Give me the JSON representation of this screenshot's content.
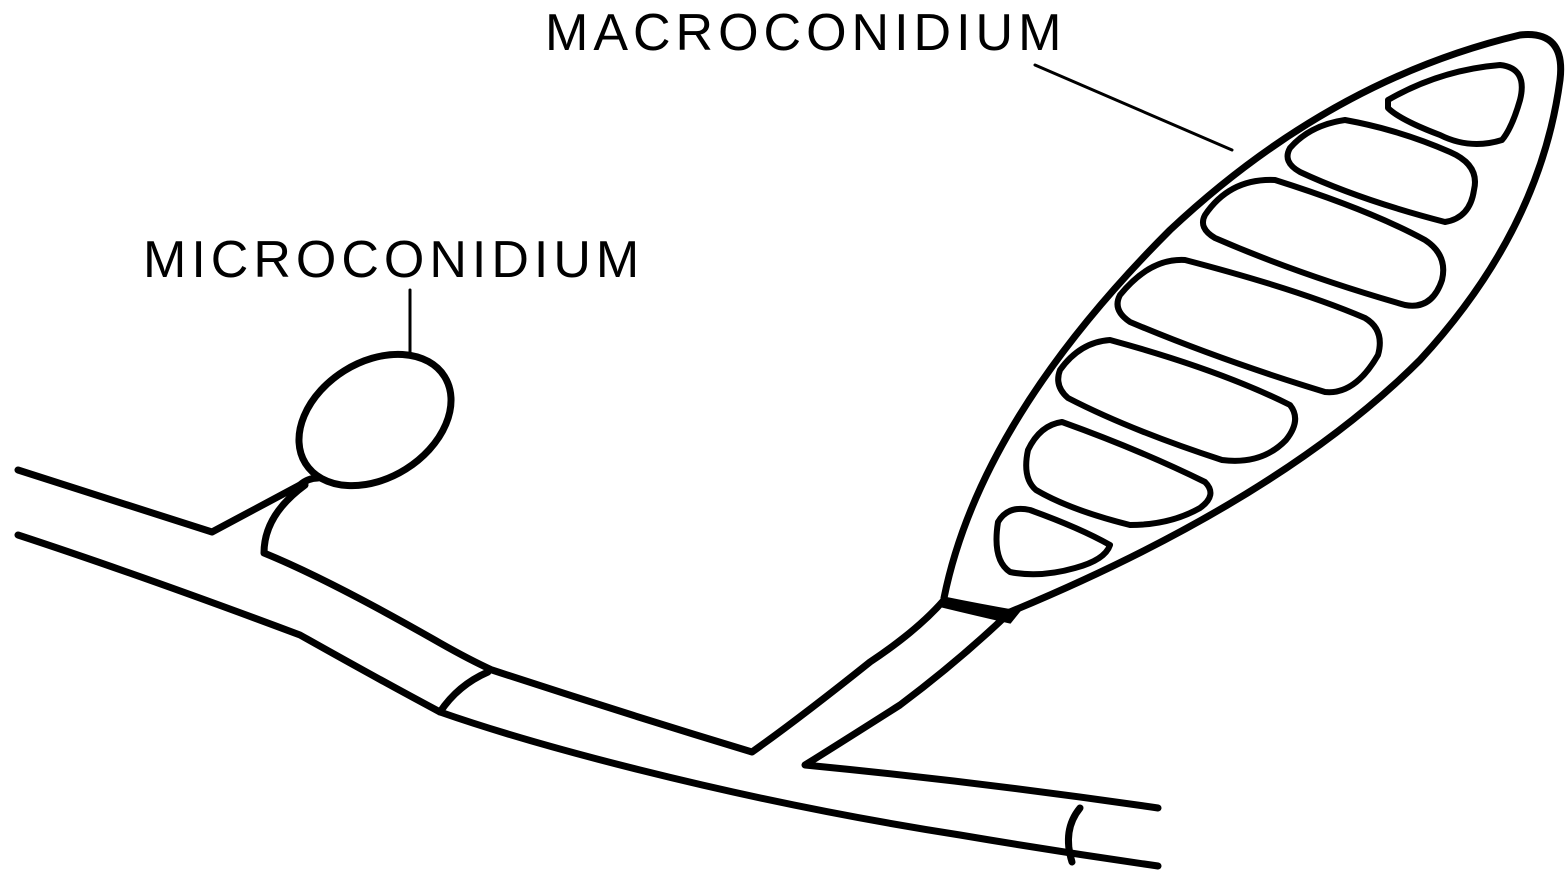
{
  "labels": {
    "macroconidium": "MACROCONIDIUM",
    "microconidium": "MICROCONIDIUM"
  },
  "colors": {
    "ink": "#000000",
    "background": "#ffffff"
  },
  "macroconidium": {
    "cell_count": 7
  }
}
